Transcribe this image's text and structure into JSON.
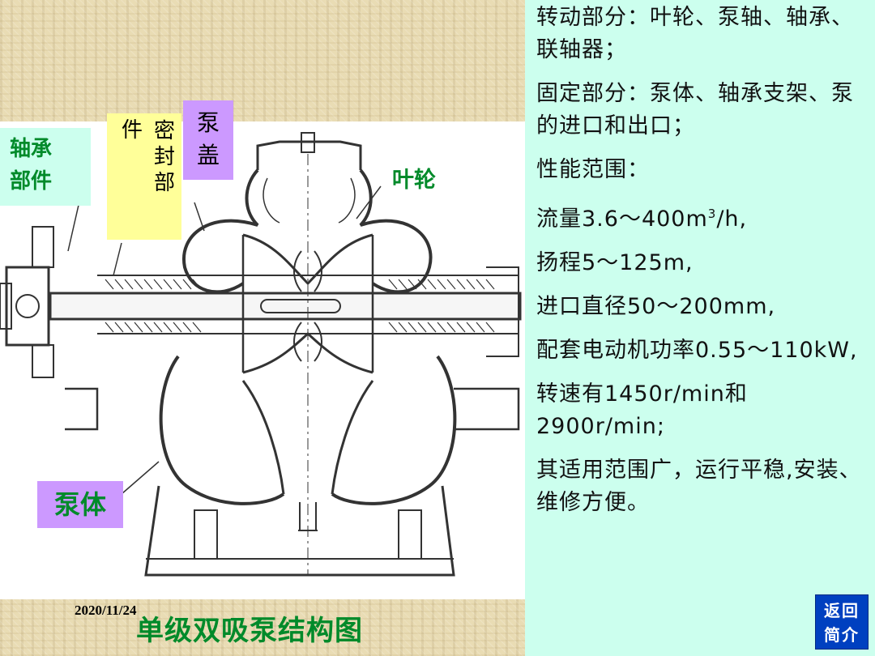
{
  "diagram": {
    "labels": {
      "bearing": [
        "轴承",
        "部件"
      ],
      "seal_col1": "件",
      "seal_col2": "密封部",
      "cover": [
        "泵",
        "盖"
      ],
      "impeller": "叶轮",
      "body": "泵体"
    },
    "caption": "单级双吸泵结构图",
    "date": "2020/11/24",
    "colors": {
      "label_text": "#008a2a",
      "bearing_bg": "#ccffee",
      "seal_bg": "#ffff99",
      "cover_bg": "#cc99ff",
      "body_bg": "#cc99ff"
    }
  },
  "panel": {
    "background": "#ccffee",
    "rotating": "转动部分：叶轮、泵轴、轴承、联轴器；",
    "fixed": "固定部分：泵体、轴承支架、泵的进口和出口；",
    "performance": "性能范围：",
    "flow_prefix": "流量3.6～400m",
    "flow_sup": "3",
    "flow_suffix": "/h,",
    "head": "扬程5～125m,",
    "inlet": "进口直径50～200mm,",
    "motor": "配套电动机功率0.55～110kW,",
    "speed": "转速有1450r/min和2900r/min;",
    "usage": "其适用范围广，运行平稳,安装、维修方便。"
  },
  "nav": {
    "back_label": "返回简介",
    "color": "#0040c0"
  }
}
